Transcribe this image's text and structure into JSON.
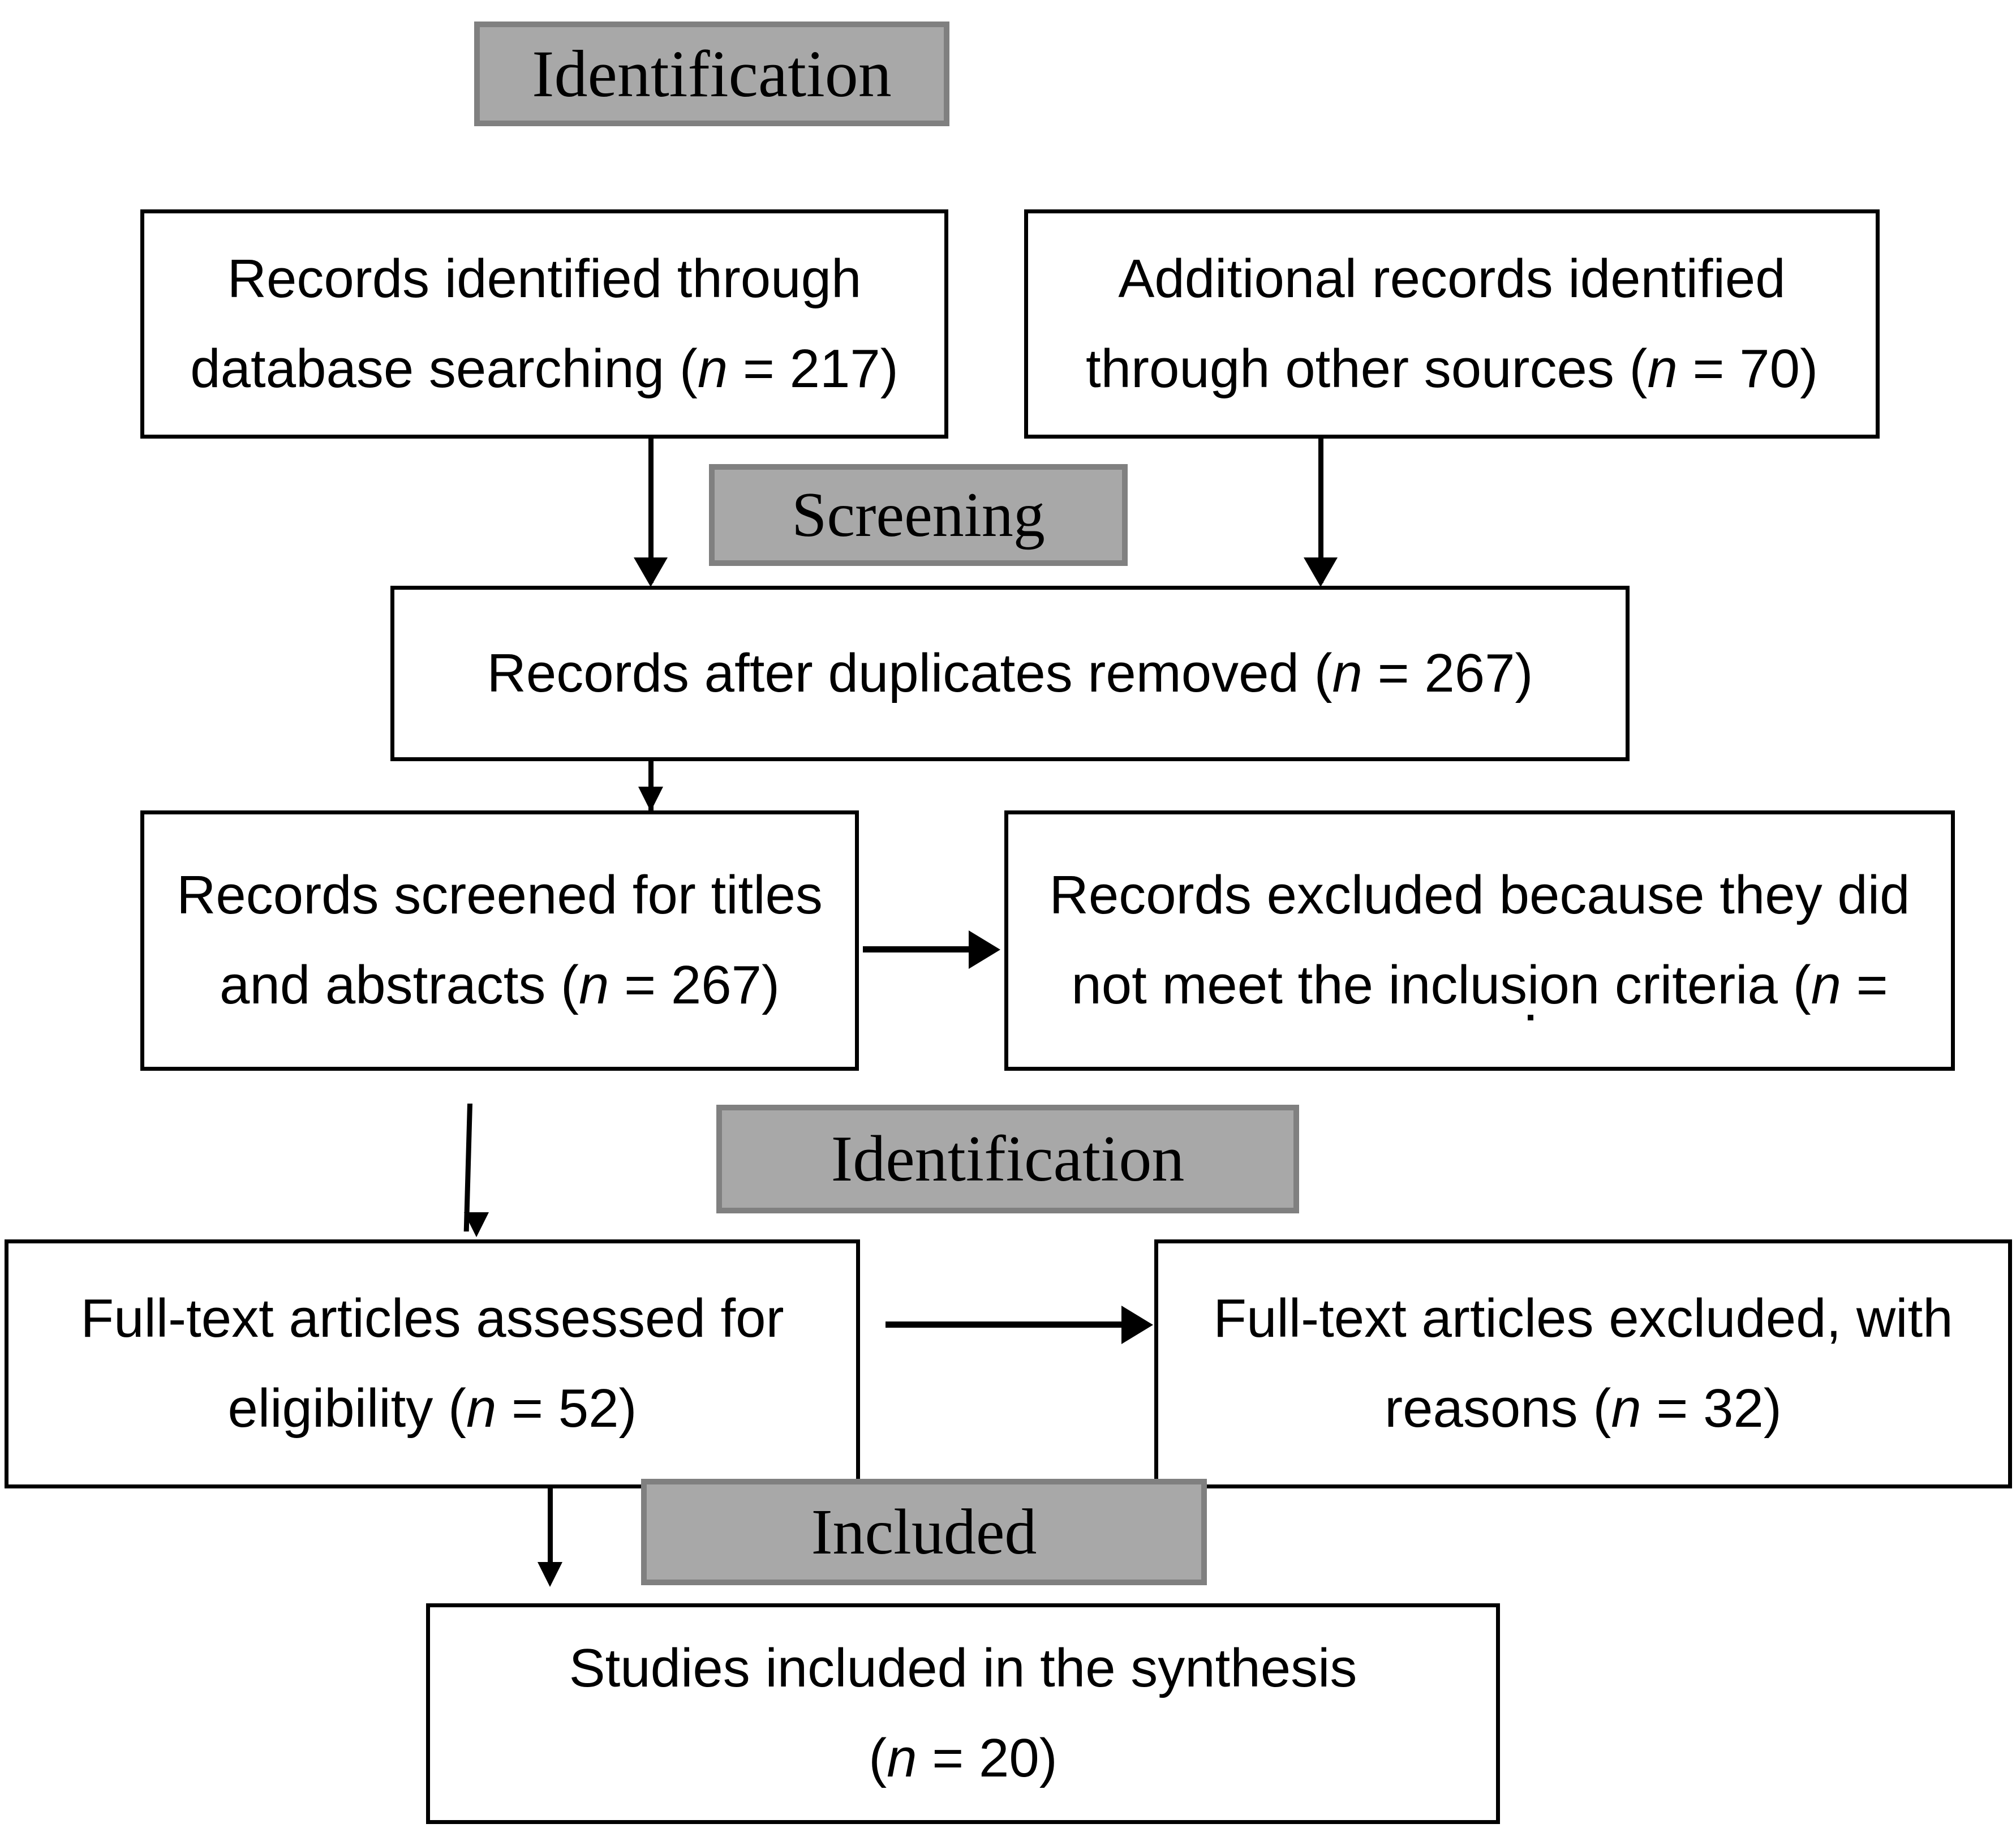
{
  "diagram": {
    "title": "PRISMA flow diagram",
    "colors": {
      "banner_fill": "#a8a8a8",
      "banner_border": "#808080",
      "box_border": "#000000",
      "box_fill": "#ffffff",
      "connector": "#000000"
    },
    "phases": [
      {
        "id": "phase-identification-top",
        "label": "Identification"
      },
      {
        "id": "phase-screening",
        "label": "Screening"
      },
      {
        "id": "phase-identification-mid",
        "label": "Identification"
      },
      {
        "id": "phase-included",
        "label": "Included"
      }
    ],
    "boxes": [
      {
        "id": "records-database-searching",
        "line1": "Records identified through",
        "line2_pre": "database searching (",
        "line2_n": "n",
        "line2_post": " = 217)",
        "count": 217
      },
      {
        "id": "records-other-sources",
        "line1": "Additional records identified",
        "line2_pre": "through other sources (",
        "line2_n": "n",
        "line2_post": " = 70)",
        "count": 70
      },
      {
        "id": "records-after-duplicates",
        "line1_pre": "Records after duplicates removed (",
        "line1_n": "n",
        "line1_post": " = 267)",
        "count": 267
      },
      {
        "id": "records-screened",
        "line1": "Records screened for titles",
        "line2_pre": "and abstracts (",
        "line2_n": "n",
        "line2_post": " = 267)",
        "count": 267
      },
      {
        "id": "records-excluded",
        "line1": "Records excluded because they did",
        "line2_pre": "not meet the inclusion criteria (",
        "line2_n": "n",
        "line2_post": " =",
        "count": null
      },
      {
        "id": "fulltext-assessed",
        "line1": "Full-text articles assessed for",
        "line2_pre": "eligibility (",
        "line2_n": "n",
        "line2_post": " = 52)",
        "count": 52
      },
      {
        "id": "fulltext-excluded",
        "line1": "Full-text articles excluded, with",
        "line2_pre": "reasons (",
        "line2_n": "n",
        "line2_post": " = 32)",
        "count": 32
      },
      {
        "id": "studies-included",
        "line1": "Studies included in the synthesis",
        "line2_pre": "(",
        "line2_n": "n",
        "line2_post": " = 20)",
        "count": 20
      }
    ]
  }
}
